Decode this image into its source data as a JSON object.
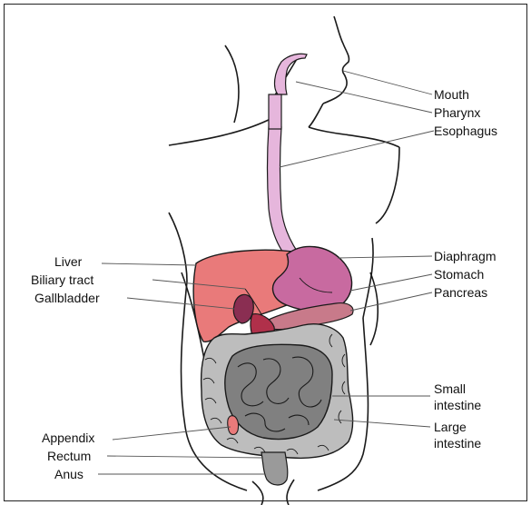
{
  "labels": {
    "mouth": "Mouth",
    "pharynx": "Pharynx",
    "esophagus": "Esophagus",
    "liver": "Liver",
    "biliary_tract": "Biliary tract",
    "gallbladder": "Gallbladder",
    "diaphragm": "Diaphragm",
    "stomach": "Stomach",
    "pancreas": "Pancreas",
    "small_intestine_1": "Small",
    "small_intestine_2": "intestine",
    "large_intestine_1": "Large",
    "large_intestine_2": "intestine",
    "appendix": "Appendix",
    "rectum": "Rectum",
    "anus": "Anus"
  },
  "colors": {
    "outline": "#1a1a1a",
    "esophagus": "#e6b6dc",
    "liver": "#e97a7a",
    "stomach": "#c86aa0",
    "pancreas": "#c87a8a",
    "gallbladder": "#8a2e52",
    "intestine_small": "#808080",
    "intestine_large": "#bdbdbd",
    "rectum": "#9a9a9a"
  }
}
